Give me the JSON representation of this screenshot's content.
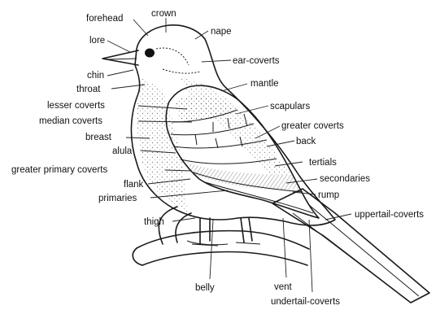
{
  "labels": {
    "forehead": "forehead",
    "crown": "crown",
    "nape": "nape",
    "lore": "lore",
    "ear_coverts": "ear-coverts",
    "chin": "chin",
    "mantle": "mantle",
    "throat": "throat",
    "lesser_coverts": "lesser coverts",
    "scapulars": "scapulars",
    "median_coverts": "median coverts",
    "greater_coverts": "greater coverts",
    "breast": "breast",
    "back": "back",
    "alula": "alula",
    "tertials": "tertials",
    "greater_primary_coverts": "greater primary coverts",
    "secondaries": "secondaries",
    "flank": "flank",
    "rump": "rump",
    "primaries": "primaries",
    "uppertail_coverts": "uppertail-coverts",
    "thigh": "thigh",
    "belly": "belly",
    "vent": "vent",
    "undertail_coverts": "undertail-coverts"
  }
}
